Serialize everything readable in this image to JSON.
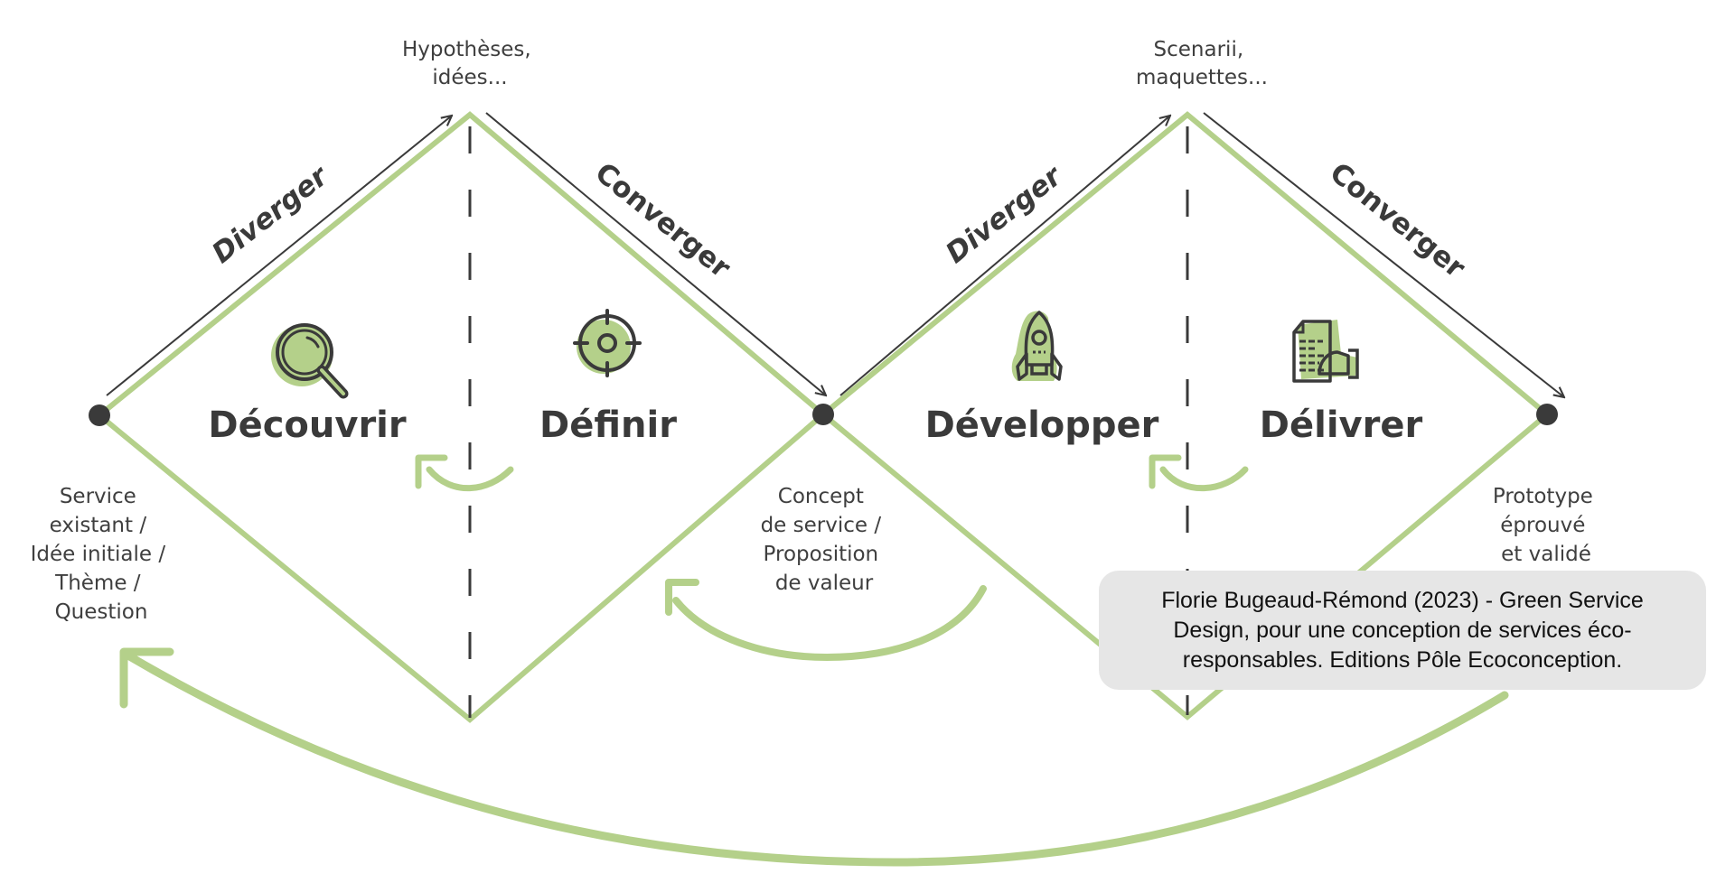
{
  "colors": {
    "accent_green": "#b4d08a",
    "ink": "#3a3a3a",
    "citation_bg": "#e6e6e6"
  },
  "diamonds": [
    {
      "peak_label": [
        "Hypothèses,",
        "idées..."
      ],
      "diverge_label": "Diverger",
      "converge_label": "Converger",
      "phases": [
        {
          "name": "Découvrir",
          "icon": "magnifier-icon"
        },
        {
          "name": "Définir",
          "icon": "target-icon"
        }
      ]
    },
    {
      "peak_label": [
        "Scenarii,",
        "maquettes..."
      ],
      "diverge_label": "Diverger",
      "converge_label": "Converger",
      "phases": [
        {
          "name": "Développer",
          "icon": "rocket-icon"
        },
        {
          "name": "Délivrer",
          "icon": "document-delivery-icon"
        }
      ]
    }
  ],
  "milestones": [
    {
      "lines": [
        "Service",
        "existant /",
        "Idée initiale /",
        "Thème /",
        "Question"
      ]
    },
    {
      "lines": [
        "Concept",
        "de service /",
        "Proposition",
        "de valeur"
      ]
    },
    {
      "lines": [
        "Prototype",
        "éprouvé",
        "et validé"
      ]
    }
  ],
  "citation": "Florie Bugeaud-Rémond (2023) - Green Service Design, pour une conception de services éco-responsables. Editions Pôle Ecoconception."
}
